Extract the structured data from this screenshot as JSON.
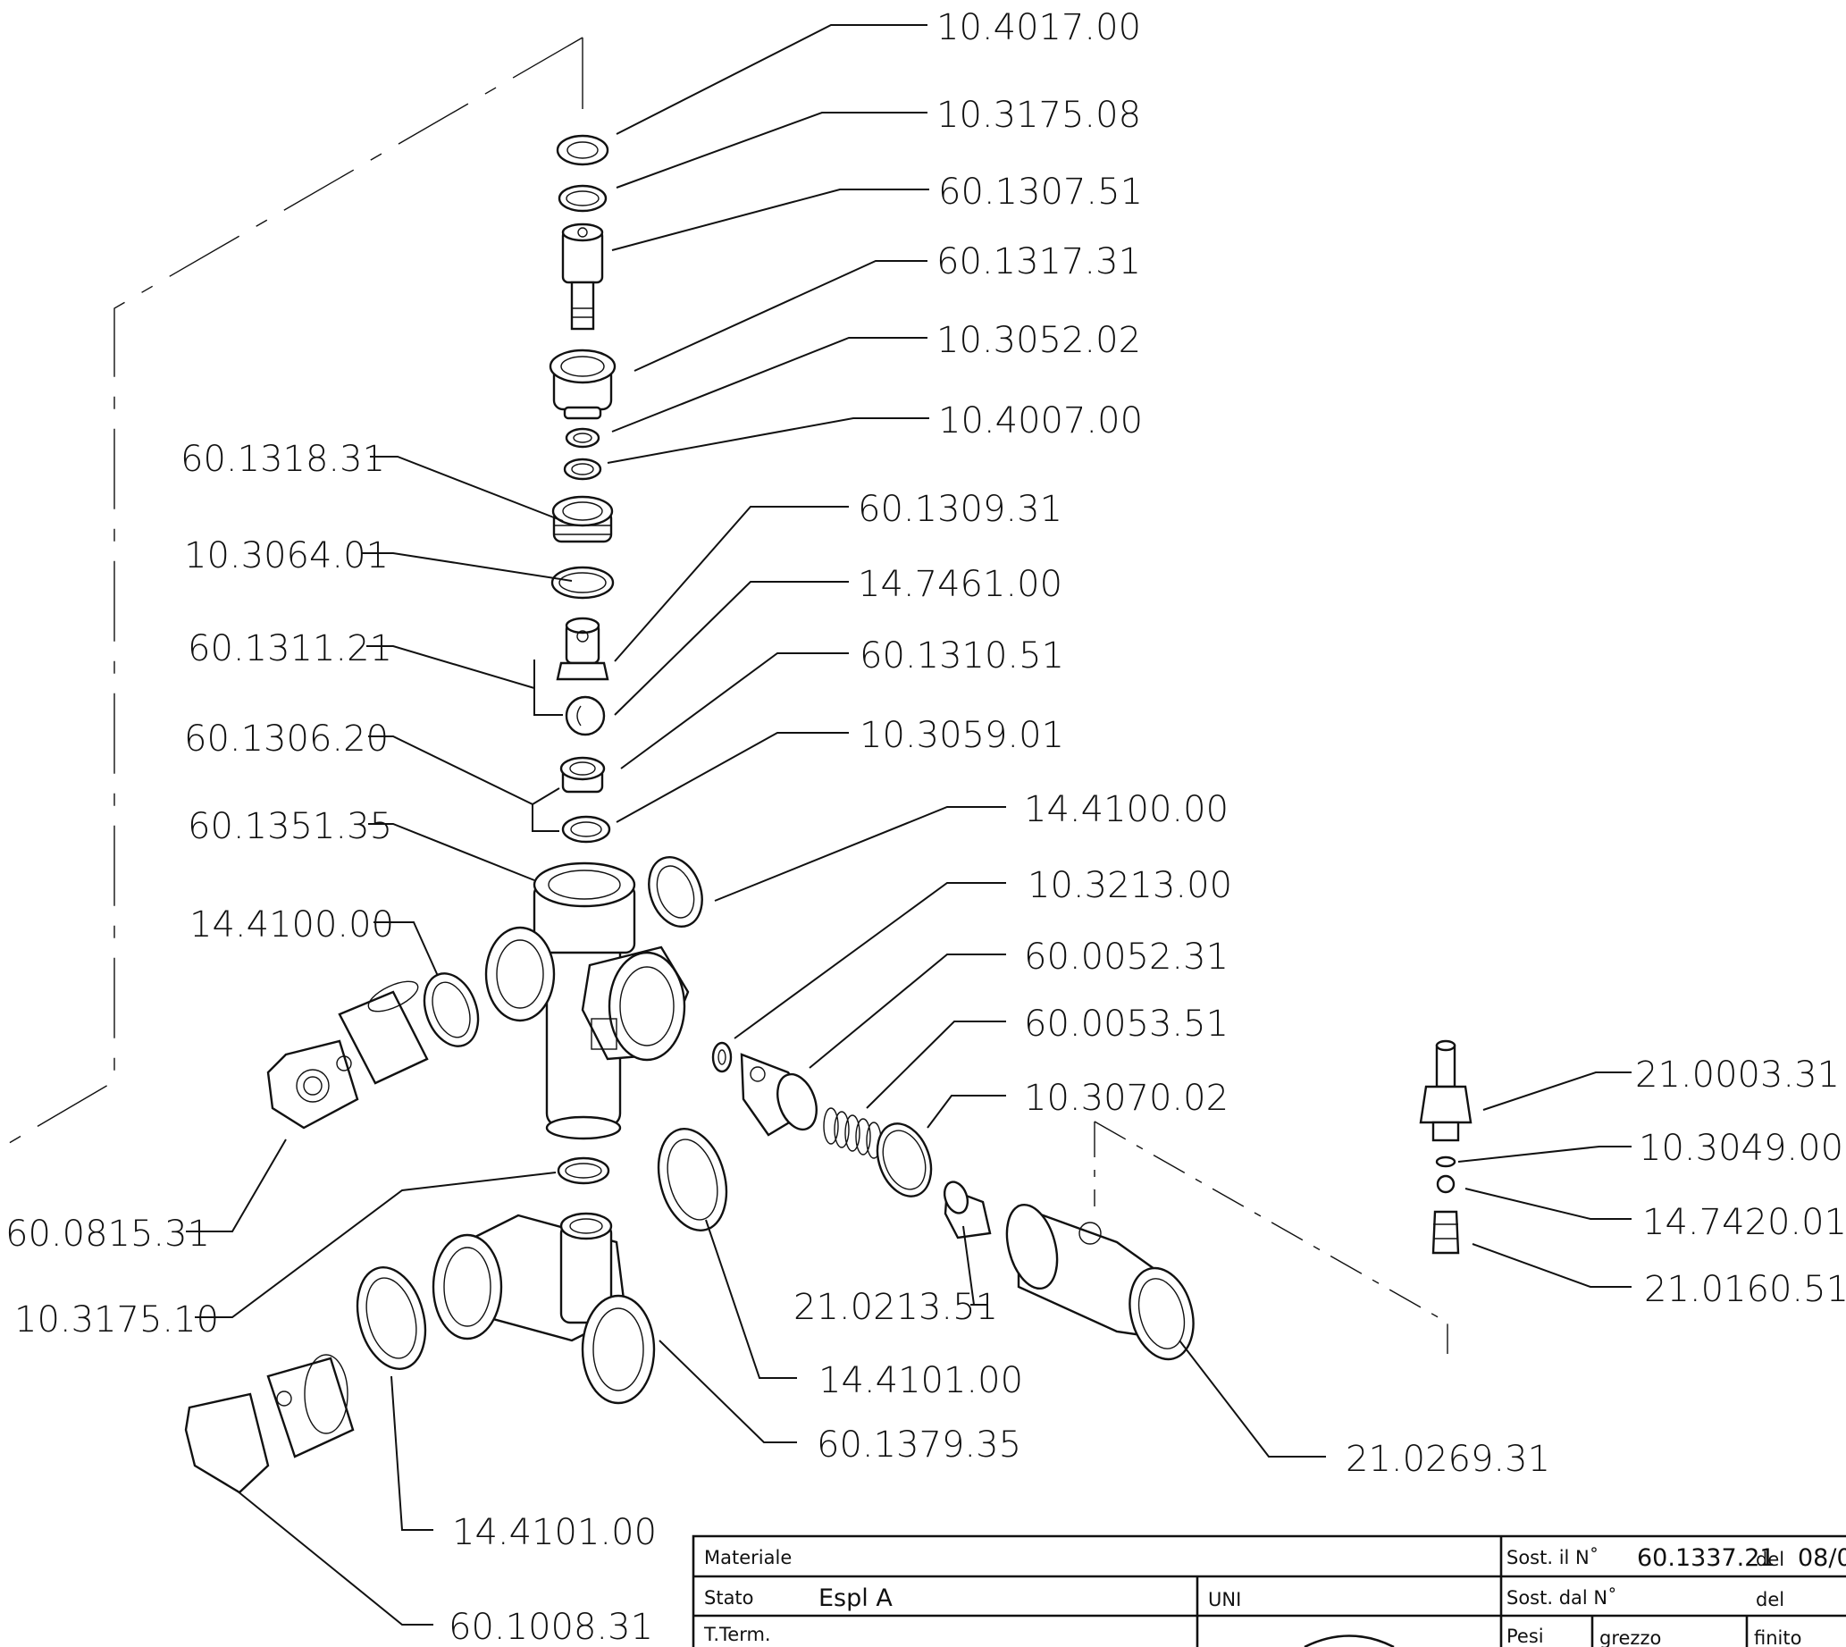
{
  "callouts": [
    {
      "id": "c1",
      "text": "10.4017.00"
    },
    {
      "id": "c2",
      "text": "10.3175.08"
    },
    {
      "id": "c3",
      "text": "60.1307.51"
    },
    {
      "id": "c4",
      "text": "60.1317.31"
    },
    {
      "id": "c5",
      "text": "10.3052.02"
    },
    {
      "id": "c6",
      "text": "10.4007.00"
    },
    {
      "id": "c7",
      "text": "60.1318.31"
    },
    {
      "id": "c8",
      "text": "10.3064.01"
    },
    {
      "id": "c9",
      "text": "60.1311.21"
    },
    {
      "id": "c10",
      "text": "60.1306.20"
    },
    {
      "id": "c11",
      "text": "60.1351.35"
    },
    {
      "id": "c12",
      "text": "14.4100.00"
    },
    {
      "id": "c13",
      "text": "60.1309.31"
    },
    {
      "id": "c14",
      "text": "14.7461.00"
    },
    {
      "id": "c15",
      "text": "60.1310.51"
    },
    {
      "id": "c16",
      "text": "10.3059.01"
    },
    {
      "id": "c17",
      "text": "14.4100.00"
    },
    {
      "id": "c18",
      "text": "10.3213.00"
    },
    {
      "id": "c19",
      "text": "60.0052.31"
    },
    {
      "id": "c20",
      "text": "60.0053.51"
    },
    {
      "id": "c21",
      "text": "10.3070.02"
    },
    {
      "id": "c22",
      "text": "60.0815.31"
    },
    {
      "id": "c23",
      "text": "10.3175.10"
    },
    {
      "id": "c24",
      "text": "21.0213.51"
    },
    {
      "id": "c25",
      "text": "14.4101.00"
    },
    {
      "id": "c26",
      "text": "60.1379.35"
    },
    {
      "id": "c27",
      "text": "21.0269.31"
    },
    {
      "id": "c28",
      "text": "14.4101.00"
    },
    {
      "id": "c29",
      "text": "60.1008.31"
    },
    {
      "id": "c30",
      "text": "21.0003.31"
    },
    {
      "id": "c31",
      "text": "10.3049.00"
    },
    {
      "id": "c32",
      "text": "14.7420.01"
    },
    {
      "id": "c33",
      "text": "21.0160.51"
    }
  ],
  "title_block": {
    "materiale_label": "Materiale",
    "stato_label": "Stato",
    "stato_value": "Espl A",
    "uni_label": "UNI",
    "tterm_label": "T.Term.",
    "sost_il_label": "Sost. il N˚",
    "sost_il_value": "60.1337.21",
    "del_label_1": "del",
    "date_value": "08/0",
    "sost_dal_label": "Sost. dal N˚",
    "del_label_2": "del",
    "pesi_label": "Pesi",
    "grezzo_label": "grezzo",
    "finito_label": "finito"
  }
}
